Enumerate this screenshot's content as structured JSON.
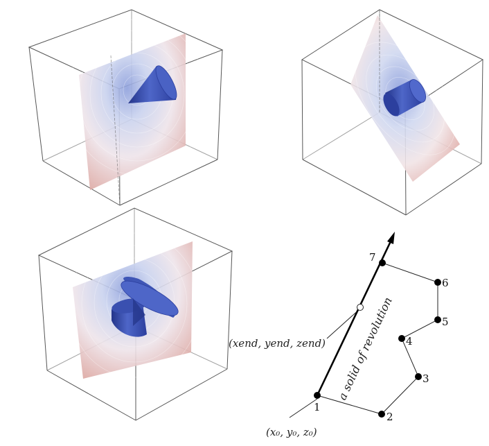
{
  "figure": {
    "panels": [
      {
        "id": "panel-1",
        "shape": "cone"
      },
      {
        "id": "panel-2",
        "shape": "cylinder"
      },
      {
        "id": "panel-3",
        "shape": "hourglass"
      }
    ],
    "diagram": {
      "axis_label": "a solid of revolution",
      "start_label": "(x₀, y₀, z₀)",
      "end_label": "(xend, yend, zend)",
      "vertices": [
        "1",
        "2",
        "3",
        "4",
        "5",
        "6",
        "7"
      ]
    },
    "colors": {
      "solid": "#3e55b5",
      "solid_dark": "#24358a",
      "contour_warm": "#c98a84",
      "contour_cool": "#8f9fd6",
      "box_edge": "#555555"
    }
  }
}
